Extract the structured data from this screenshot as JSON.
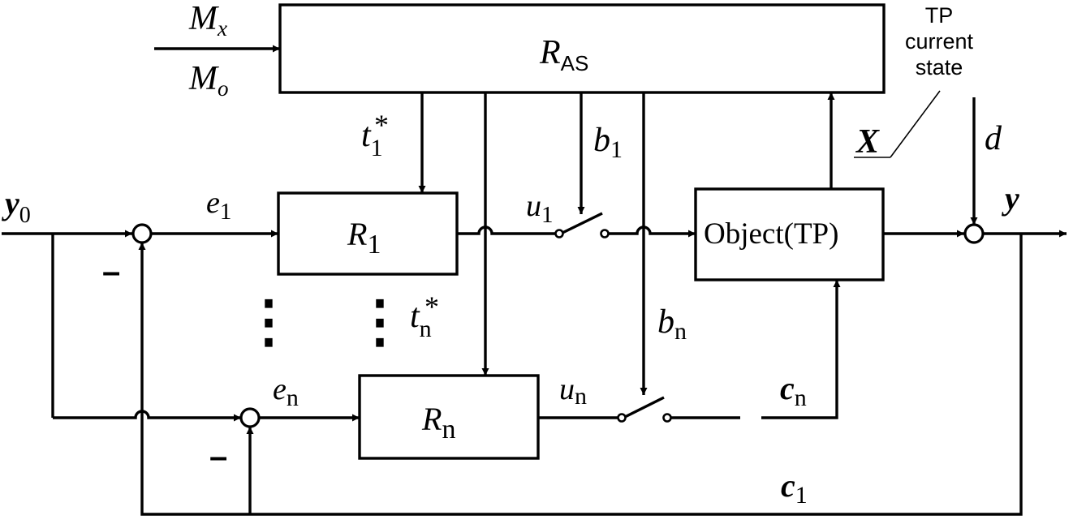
{
  "inputs": {
    "mx_main": "M",
    "mx_sub": "x",
    "mo_main": "M",
    "mo_sub": "o",
    "y0_main": "y",
    "y0_sub": "0",
    "d": "d",
    "y_out": "y"
  },
  "blocks": {
    "ras": {
      "main": "R",
      "sub": "AS"
    },
    "r1": {
      "main": "R",
      "sub": "1"
    },
    "rn": {
      "main": "R",
      "sub": "n"
    },
    "object": {
      "label": "Object(TP)"
    }
  },
  "signals": {
    "t1": {
      "main": "t",
      "sub": "1",
      "sup": "*"
    },
    "tn": {
      "main": "t",
      "sub": "n",
      "sup": "*"
    },
    "b1": {
      "main": "b",
      "sub": "1"
    },
    "bn": {
      "main": "b",
      "sub": "n"
    },
    "e1": {
      "main": "e",
      "sub": "1"
    },
    "en": {
      "main": "e",
      "sub": "n"
    },
    "u1": {
      "main": "u",
      "sub": "1"
    },
    "un": {
      "main": "u",
      "sub": "n"
    },
    "c1": {
      "main": "c",
      "sub": "1"
    },
    "cn": {
      "main": "c",
      "sub": "n"
    },
    "x": "X"
  },
  "annotation": {
    "line1": "TP",
    "line2": "current",
    "line3": "state"
  },
  "signs": {
    "minus1": "–",
    "minusn": "–"
  },
  "ellipsis": {
    "left": "⋮",
    "right": "⋮"
  }
}
